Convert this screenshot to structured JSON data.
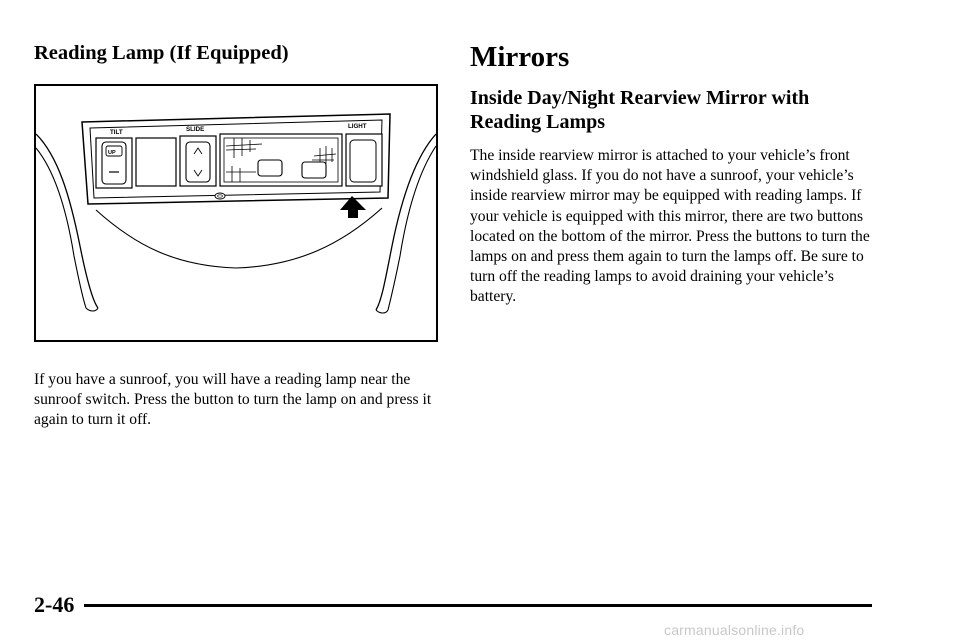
{
  "left": {
    "heading": "Reading Lamp (If Equipped)",
    "paragraph": "If you have a sunroof, you will have a reading lamp near the sunroof switch. Press the button to turn the lamp on and press it again to turn it off."
  },
  "figure": {
    "labels": {
      "tilt": "TILT",
      "slide": "SLIDE",
      "light": "LIGHT",
      "up": "UP"
    }
  },
  "right": {
    "section_title": "Mirrors",
    "subheading_line1": "Inside Day/Night Rearview Mirror with",
    "subheading_line2": "Reading Lamps",
    "paragraph": "The inside rearview mirror is attached to your vehicle’s front windshield glass. If you do not have a sunroof, your vehicle’s inside rearview mirror may be equipped with reading lamps. If your vehicle is equipped with this mirror, there are two buttons located on the bottom of the mirror. Press the buttons to turn the lamps on and press them again to turn the lamps off. Be sure to turn off the reading lamps to avoid draining your vehicle’s battery."
  },
  "footer": {
    "page_number": "2-46",
    "watermark": "carmanualsonline.info"
  }
}
